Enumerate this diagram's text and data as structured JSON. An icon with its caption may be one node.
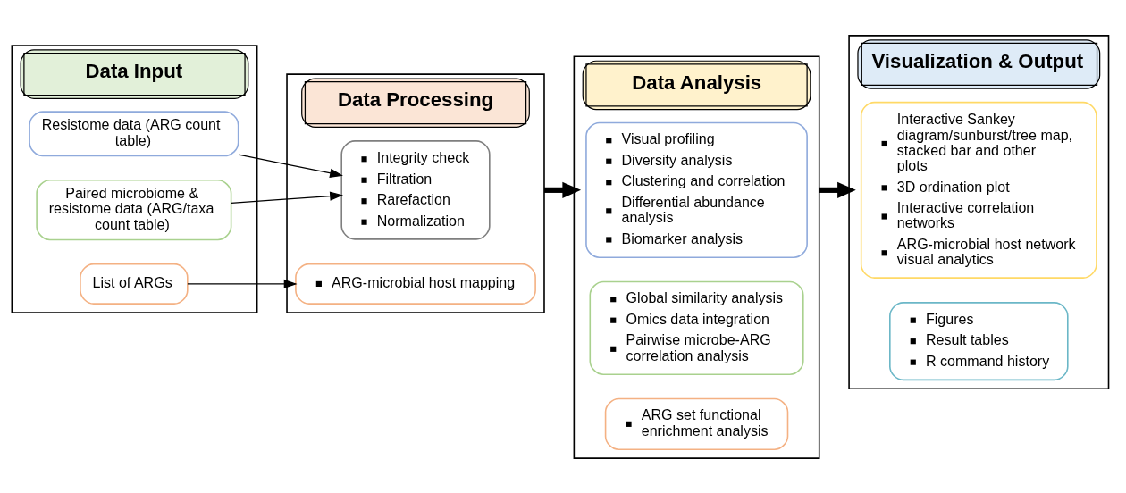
{
  "diagram": {
    "nodes": [
      {
        "text": [
          "Data Input"
        ]
      },
      {
        "text": [
          "Resistome data (ARG count table)"
        ],
        "in": 0
      },
      {
        "text": [
          "Paired microbiome & resistome data (ARG/taxa count table)"
        ],
        "in": 0
      },
      {
        "text": [
          "List of ARGs"
        ],
        "in": 0
      },
      {
        "text": [
          "Data Processing"
        ]
      },
      {
        "text": [
          "Integrity check",
          "Filtration",
          "Rarefaction",
          "Normalization"
        ],
        "in": 4
      },
      {
        "text": [
          "ARG-microbial host mapping"
        ],
        "in": 4
      },
      {
        "text": [
          "Data Analysis"
        ]
      },
      {
        "text": [
          "Visual profiling",
          "Diversity analysis",
          "Clustering and correlation",
          "Differential abundance analysis",
          "Biomarker analysis"
        ],
        "in": 7
      },
      {
        "text": [
          "Global similarity analysis",
          "Omics data integration",
          "Pairwise microbe-ARG correlation analysis"
        ],
        "in": 7
      },
      {
        "text": [
          "ARG set functional enrichment analysis"
        ],
        "in": 7
      },
      {
        "text": [
          "Visualization & Output"
        ]
      },
      {
        "text": [
          "Interactive Sankey diagram/sunburst/tree map, stacked bar and other plots",
          "3D ordination plot",
          "Interactive correlation networks",
          "ARG-microbial host network visual analytics"
        ],
        "in": 11
      },
      {
        "text": [
          "Figures",
          "Result tables",
          "R command history"
        ],
        "in": 11
      }
    ],
    "edges": [
      {
        "from": 1,
        "to": 5,
        "arrow": "to"
      },
      {
        "from": 2,
        "to": 5,
        "arrow": "to"
      },
      {
        "from": 3,
        "to": 6,
        "arrow": "to"
      },
      {
        "from": 4,
        "to": 7,
        "arrow": "to",
        "style": "thick"
      },
      {
        "from": 7,
        "to": 11,
        "arrow": "to",
        "style": "thick"
      }
    ]
  }
}
